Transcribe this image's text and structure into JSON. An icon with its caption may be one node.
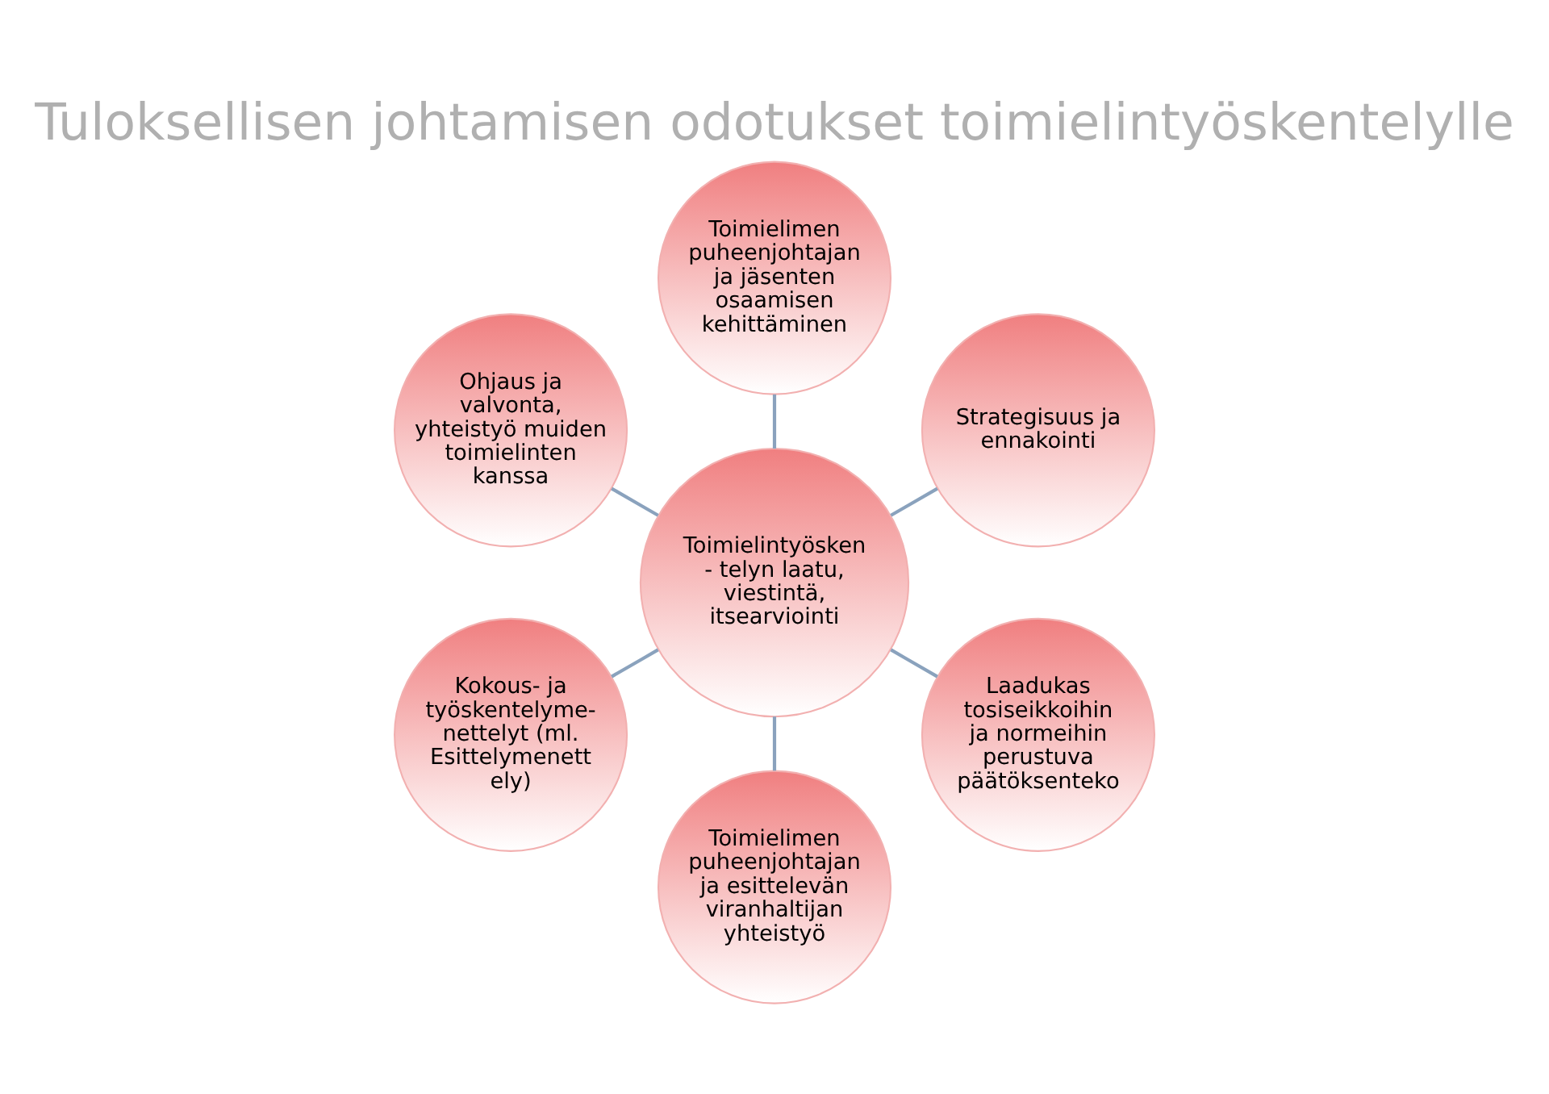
{
  "diagram": {
    "title": "Tuloksellisen johtamisen odotukset toimielintyöskentelylle",
    "nodes": [
      {
        "text": [
          "Strategisuus ja ennakointi"
        ]
      },
      {
        "text": [
          "Toimielimen puheenjohtajan ja jäsenten osaamisen kehittäminen"
        ]
      },
      {
        "text": [
          "Ohjaus ja valvonta, yhteistyö muiden toimielinten kanssa"
        ]
      },
      {
        "text": [
          "Toimielintyösken- telyn laatu, viestintä, itsearviointi"
        ]
      },
      {
        "text": [
          "Kokous- ja työskentelyme- nettelyt (ml. Esittelymenett ely)"
        ]
      },
      {
        "text": [
          "Toimielimen puheenjohtajan ja esittelevän viranhaltijan yhteistyö"
        ]
      },
      {
        "text": [
          "Laadukas tosiseikkoihin ja normeihin perustuva päätöksenteko"
        ]
      }
    ],
    "edges": [
      {
        "from": 3,
        "to": 0,
        "arrow": "none"
      },
      {
        "from": 3,
        "to": 1,
        "arrow": "none"
      },
      {
        "from": 3,
        "to": 2,
        "arrow": "none"
      },
      {
        "from": 3,
        "to": 4,
        "arrow": "none"
      },
      {
        "from": 3,
        "to": 5,
        "arrow": "none"
      },
      {
        "from": 3,
        "to": 6,
        "arrow": "none"
      }
    ]
  }
}
